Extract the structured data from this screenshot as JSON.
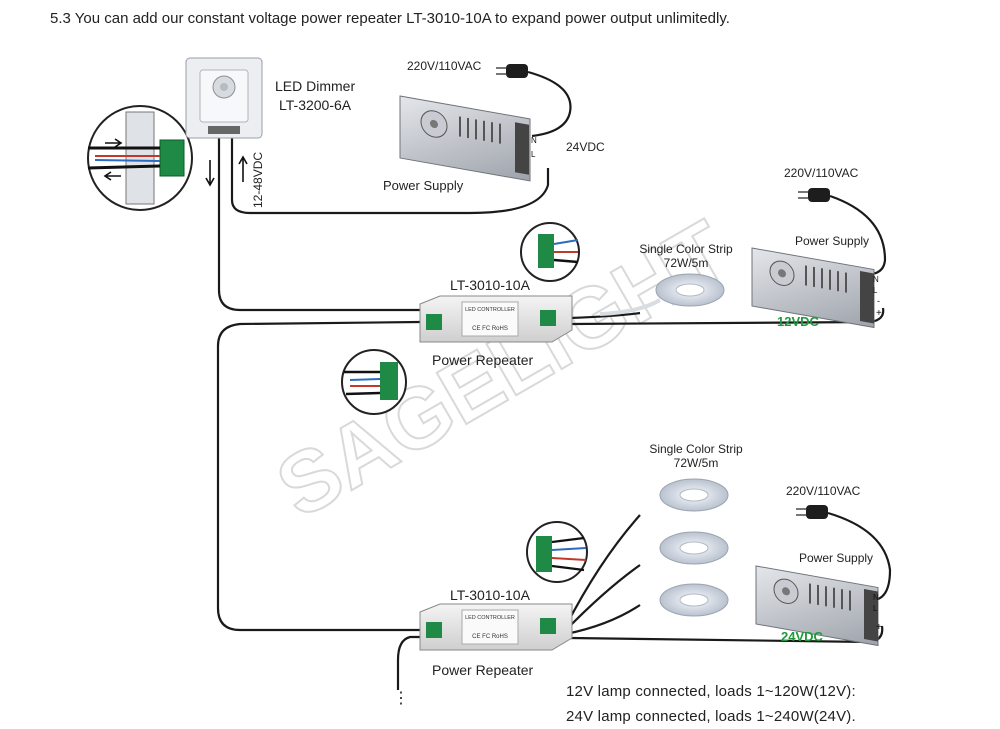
{
  "header": "5.3  You can add our constant voltage power repeater LT-3010-10A to expand power output unlimitedly.",
  "dimmer": {
    "line1": "LED Dimmer",
    "line2": "LT-3200-6A",
    "input_voltage": "12-48VDC"
  },
  "top_supply": {
    "label": "Power Supply",
    "ac": "220V/110VAC",
    "dc": "24VDC"
  },
  "repeater1": {
    "model": "LT-3010-10A",
    "label": "Power Repeater",
    "sticker": "LED CONTROLLER",
    "marks": "CE FC RoHS"
  },
  "strip1": {
    "line1": "Single Color Strip",
    "line2": "72W/5m"
  },
  "supply2": {
    "label": "Power Supply",
    "ac": "220V/110VAC",
    "dc": "12VDC"
  },
  "repeater2": {
    "model": "LT-3010-10A",
    "label": "Power Repeater",
    "sticker": "LED CONTROLLER",
    "marks": "CE FC RoHS"
  },
  "strip2": {
    "line1": "Single Color Strip",
    "line2": "72W/5m"
  },
  "supply3": {
    "label": "Power Supply",
    "ac": "220V/110VAC",
    "dc": "24VDC"
  },
  "notes": [
    "12V lamp connected, loads 1~120W(12V):",
    "24V lamp connected, loads 1~240W(24V)."
  ],
  "continuation": "⋮",
  "watermark": "SAGELIGHT",
  "terminal_marks": {
    "n": "N",
    "l": "L",
    "plus": "+",
    "minus": "-"
  }
}
